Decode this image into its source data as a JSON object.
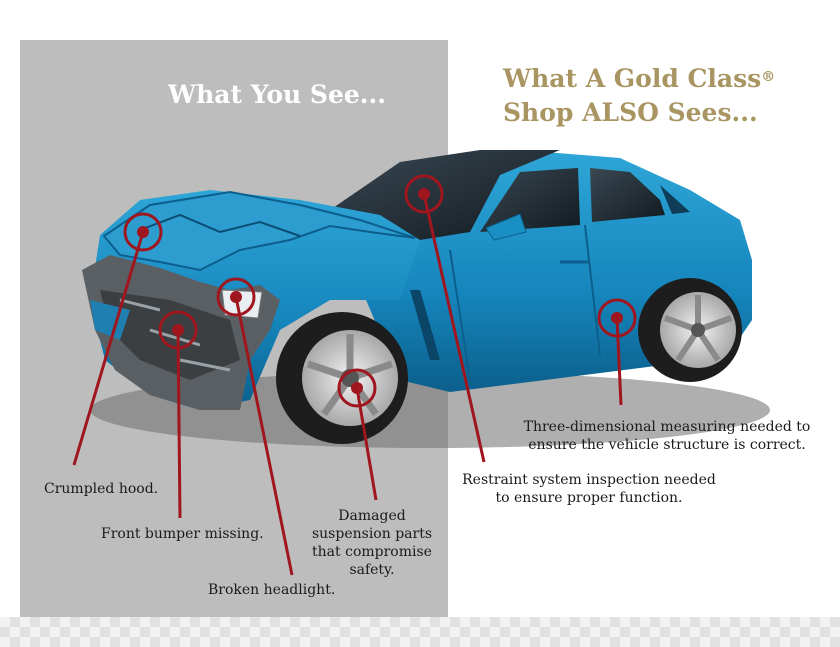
{
  "headings": {
    "left": "What You See...",
    "right_line1": "What  A Gold Class",
    "right_registered": "®",
    "right_line2": "Shop ALSO Sees..."
  },
  "callouts": {
    "hood": "Crumpled hood.",
    "bumper": "Front bumper missing.",
    "headlight": "Broken headlight.",
    "suspension": "Damaged suspension parts that compromise safety.",
    "restraint": "Restraint system inspection needed to ensure proper function.",
    "measuring": "Three-dimensional measuring needed to ensure the vehicle structure is correct."
  },
  "colors": {
    "panel": "#bdbdbd",
    "gold": "#a99562",
    "callout_red": "#a0161e",
    "car_blue": "#1a8fc4"
  }
}
